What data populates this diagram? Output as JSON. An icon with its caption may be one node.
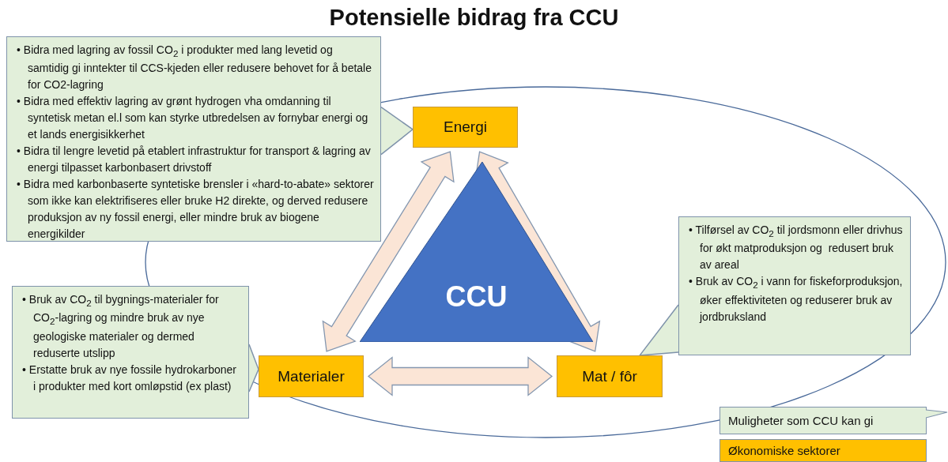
{
  "diagram": {
    "title": "Potensielle bidrag fra CCU",
    "nodes": [
      {
        "text": [
          "• Bidra med lagring av fossil CO$_{2}$ i produkter med lang levetid og samtidig gi inntekter til CCS-kjeden eller redusere behovet for å betale for CO2-lagring",
          "• Bidra med effektiv lagring av grønt hydrogen vha omdanning til syntetisk metan el.l som kan styrke utbredelsen av fornybar energi og et lands energisikkerhet",
          "• Bidra til lengre levetid på etablert infrastruktur for transport & lagring av energi tilpasset karbonbasert drivstoff",
          "• Bidra med karbonbaserte syntetiske brensler i «hard-to-abate» sektorer som ikke kan elektrifiseres eller bruke H2 direkte, og derved redusere produksjon av ny fossil energi, eller mindre bruk av biogene energikilder"
        ]
      },
      {
        "text": [
          "Energi"
        ]
      },
      {
        "text": [
          "CCU"
        ]
      },
      {
        "text": [
          "• Bruk av CO$_{2}$ til bygnings-materialer for CO$_{2}$-lagring og mindre bruk av nye geologiske materialer og dermed reduserte utslipp",
          "• Erstatte bruk av nye fossile hydrokarboner i produkter med kort omløpstid (ex plast)"
        ]
      },
      {
        "text": [
          "Materialer"
        ]
      },
      {
        "text": [
          "• Tilførsel av CO$_{2}$ til jordsmonn eller drivhus for økt matproduksjon og  redusert bruk av areal",
          "• Bruk av CO$_{2}$ i vann for fiskeforproduksjon, øker effektiviteten og reduserer bruk av jordbruksland"
        ]
      },
      {
        "text": [
          "Mat / fôr"
        ]
      }
    ],
    "edges": [
      {
        "from": 1,
        "to": 4,
        "arrow": "both"
      },
      {
        "from": 1,
        "to": 6,
        "arrow": "both"
      },
      {
        "from": 4,
        "to": 6,
        "arrow": "both"
      },
      {
        "from": 0,
        "to": 1,
        "arrow": "to"
      },
      {
        "from": 3,
        "to": 4,
        "arrow": "to"
      },
      {
        "from": 5,
        "to": 6,
        "arrow": "to"
      }
    ],
    "legend": [
      {
        "text": "Muligheter som CCU kan gi",
        "color": "#e2efda"
      },
      {
        "text": "Økonomiske sektorer",
        "color": "#ffc000"
      }
    ]
  }
}
